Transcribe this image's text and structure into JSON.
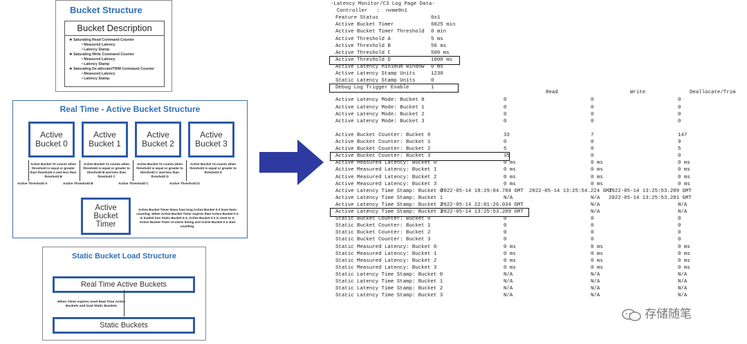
{
  "bucket_structure": {
    "title": "Bucket Structure",
    "desc_title": "Bucket Description",
    "items": [
      {
        "text": "Saturating Read Command Counter",
        "sub": [
          "Measured Latency",
          "Latency Stamp"
        ]
      },
      {
        "text": "Saturating Write Command Counter",
        "sub": [
          "Measured Latency",
          "Latency Stamp"
        ]
      },
      {
        "text": "Saturating De-allocate/TRIM Command Counter",
        "sub": [
          "Measured Latency",
          "Latency Stamp"
        ]
      }
    ]
  },
  "real_time": {
    "title": "Real Time - Active Bucket Structure",
    "buckets": [
      "Active Bucket 0",
      "Active Bucket 1",
      "Active Bucket 2",
      "Active Bucket 3"
    ],
    "notes": [
      "Active Bucket #0 counts when threshold is equal or greater than threshold A and less than threshold B",
      "Active Bucket #1 counts when threshold is equal or greater to threshold B and less than threshold C",
      "Active Bucket #2 counts when threshold is equal or greater to threshold C and less than threshold D",
      "Active Bucket #3 counts when threshold is equal or greater to threshold D"
    ],
    "thresholds": [
      "Active Threshold A",
      "Active Threshold B",
      "Active Threshold C",
      "Active Threshold D"
    ],
    "timer": "Active Bucket Timer",
    "timer_note": "Active Bucket Timer times how long Active Bucket 0-3 have been counting. When Active Bucket Timer expires then Active Bucket 0-3 is loaded into Static Bucket 0-3, Active Bucket 0-3 is reset to 0, Active Bucket Timer re-starts timing and Active Bucket 0-3 start counting."
  },
  "static": {
    "title": "Static Bucket Load Structure",
    "top": "Real Time Active Buckets",
    "note": "When Timer expires reset Real Time Active Buckets and load Static Buckets",
    "bottom": "Static Buckets"
  },
  "terminal": {
    "header": "-Latency Monitor/C3 Log Page Data-",
    "controller": "  Controller   :  nvme0n1",
    "settings": [
      {
        "label": "Feature Status",
        "value": "0x1"
      },
      {
        "label": "Active Bucket Timer",
        "value": "6025 min"
      },
      {
        "label": "Active Bucket Timer Threshold",
        "value": "0 min"
      },
      {
        "label": "Active Threshold A",
        "value": "5 ms"
      },
      {
        "label": "Active Threshold B",
        "value": "50 ms"
      },
      {
        "label": "Active Threshold C",
        "value": "500 ms"
      },
      {
        "label": "Active Threshold D",
        "value": "1000 ms"
      },
      {
        "label": "Active Latency Minimum Window",
        "value": "0 ms"
      },
      {
        "label": "Active Latency Stamp Units",
        "value": "1230"
      },
      {
        "label": "Static Latency Stamp Units",
        "value": "0"
      },
      {
        "label": "Debug Log Trigger Enable",
        "value": "1"
      }
    ],
    "columns": [
      "Read",
      "Write",
      "Deallocate/Trim"
    ],
    "rows": [
      {
        "label": "Active Latency Mode: Bucket 0",
        "v": [
          "0",
          "0",
          "0"
        ]
      },
      {
        "label": "Active Latency Mode: Bucket 1",
        "v": [
          "0",
          "0",
          "0"
        ]
      },
      {
        "label": "Active Latency Mode: Bucket 2",
        "v": [
          "0",
          "0",
          "0"
        ]
      },
      {
        "label": "Active Latency Mode: Bucket 3",
        "v": [
          "0",
          "0",
          "0"
        ]
      },
      {
        "label": "",
        "v": [
          "",
          "",
          ""
        ]
      },
      {
        "label": "Active Bucket Counter: Bucket 0",
        "v": [
          "33",
          "7",
          "147"
        ]
      },
      {
        "label": "Active Bucket Counter: Bucket 1",
        "v": [
          "0",
          "0",
          "9"
        ]
      },
      {
        "label": "Active Bucket Counter: Bucket 2",
        "v": [
          "5",
          "0",
          "5"
        ]
      },
      {
        "label": "Active Bucket Counter: Bucket 3",
        "v": [
          "35",
          "0",
          "0"
        ]
      },
      {
        "label": "Active Measured Latency: Bucket 0",
        "v": [
          "0 ms",
          "0 ms",
          "0 ms"
        ]
      },
      {
        "label": "Active Measured Latency: Bucket 1",
        "v": [
          "0 ms",
          "0 ms",
          "0 ms"
        ]
      },
      {
        "label": "Active Measured Latency: Bucket 2",
        "v": [
          "0 ms",
          "0 ms",
          "0 ms"
        ]
      },
      {
        "label": "Active Measured Latency: Bucket 3",
        "v": [
          "0 ms",
          "0 ms",
          "0 ms"
        ]
      },
      {
        "label": "Active Latency Time Stamp: Bucket 0",
        "v": [
          "2022-05-14 18:29:04.784 GMT",
          "2022-05-14 13:25:54.224 GMT",
          "2022-05-14 13:25:53.289 GMT"
        ]
      },
      {
        "label": "Active Latency Time Stamp: Bucket 1",
        "v": [
          "N/A",
          "N/A",
          "2022-05-14 13:25:53.281 GMT"
        ]
      },
      {
        "label": "Active Latency Time Stamp: Bucket 2",
        "v": [
          "2022-05-14 22:01:26.034 GMT",
          "N/A",
          "N/A"
        ]
      },
      {
        "label": "Active Latency Time Stamp: Bucket 3",
        "v": [
          "2022-05-14 13:25:53.209 GMT",
          "N/A",
          "N/A"
        ]
      },
      {
        "label": "Static Bucket Counter: Bucket 0",
        "v": [
          "0",
          "0",
          "0"
        ]
      },
      {
        "label": "Static Bucket Counter: Bucket 1",
        "v": [
          "0",
          "0",
          "0"
        ]
      },
      {
        "label": "Static Bucket Counter: Bucket 2",
        "v": [
          "0",
          "0",
          "0"
        ]
      },
      {
        "label": "Static Bucket Counter: Bucket 3",
        "v": [
          "0",
          "0",
          "0"
        ]
      },
      {
        "label": "Static Measured Latency: Bucket 0",
        "v": [
          "0 ms",
          "0 ms",
          "0 ms"
        ]
      },
      {
        "label": "Static Measured Latency: Bucket 1",
        "v": [
          "0 ms",
          "0 ms",
          "0 ms"
        ]
      },
      {
        "label": "Static Measured Latency: Bucket 2",
        "v": [
          "0 ms",
          "0 ms",
          "0 ms"
        ]
      },
      {
        "label": "Static Measured Latency: Bucket 3",
        "v": [
          "0 ms",
          "0 ms",
          "0 ms"
        ]
      },
      {
        "label": "Static Latency Time Stamp: Bucket 0",
        "v": [
          "N/A",
          "N/A",
          "N/A"
        ]
      },
      {
        "label": "Static Latency Time Stamp: Bucket 1",
        "v": [
          "N/A",
          "N/A",
          "N/A"
        ]
      },
      {
        "label": "Static Latency Time Stamp: Bucket 2",
        "v": [
          "N/A",
          "N/A",
          "N/A"
        ]
      },
      {
        "label": "Static Latency Time Stamp: Bucket 3",
        "v": [
          "N/A",
          "N/A",
          "N/A"
        ]
      }
    ]
  },
  "watermark": "存储随笔",
  "colors": {
    "accent_blue": "#2e5aa6",
    "arrow_blue": "#2e3aa0",
    "title_blue": "#2f6fb7"
  }
}
